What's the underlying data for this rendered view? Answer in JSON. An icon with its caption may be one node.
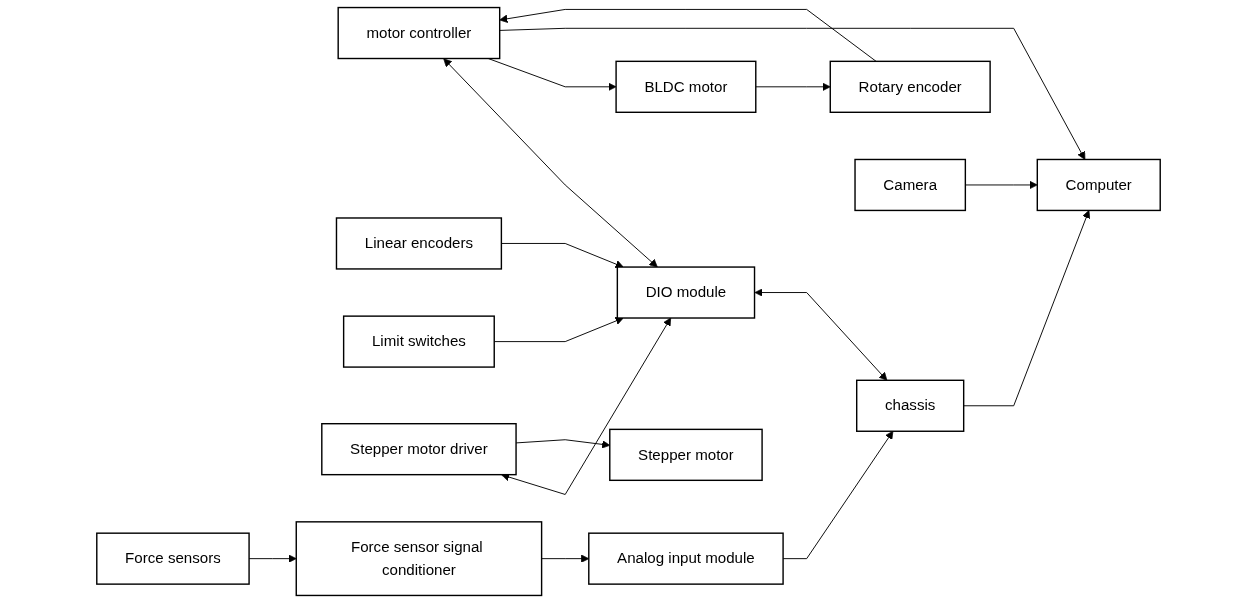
{
  "diagram": {
    "nodes": [
      {
        "text": [
          "Computer"
        ]
      },
      {
        "text": [
          "chassis"
        ]
      },
      {
        "text": [
          "Camera"
        ]
      },
      {
        "text": [
          "DIO module"
        ]
      },
      {
        "text": [
          "Analog input module"
        ]
      },
      {
        "text": [
          "motor controller"
        ]
      },
      {
        "text": [
          "BLDC motor"
        ]
      },
      {
        "text": [
          "Rotary encoder"
        ]
      },
      {
        "text": [
          "Linear encoders"
        ]
      },
      {
        "text": [
          "Limit switches"
        ]
      },
      {
        "text": [
          "Stepper motor driver"
        ]
      },
      {
        "text": [
          "Stepper motor"
        ]
      },
      {
        "text": [
          "Force sensor signal conditioner"
        ]
      },
      {
        "text": [
          "Force sensors"
        ]
      }
    ],
    "edges": [
      {
        "from": 1,
        "to": 0,
        "arrow": "to"
      },
      {
        "from": 2,
        "to": 0,
        "arrow": "to"
      },
      {
        "from": 3,
        "to": 1,
        "arrow": "both"
      },
      {
        "from": 4,
        "to": 1,
        "arrow": "to"
      },
      {
        "from": 5,
        "to": 3,
        "arrow": "both"
      },
      {
        "from": 8,
        "to": 3,
        "arrow": "to"
      },
      {
        "from": 9,
        "to": 3,
        "arrow": "to"
      },
      {
        "from": 10,
        "to": 3,
        "arrow": "both"
      },
      {
        "from": 5,
        "to": 6,
        "arrow": "to"
      },
      {
        "from": 6,
        "to": 7,
        "arrow": "to"
      },
      {
        "from": 7,
        "to": 5,
        "arrow": "to"
      },
      {
        "from": 5,
        "to": 0,
        "arrow": "to"
      },
      {
        "from": 10,
        "to": 11,
        "arrow": "to"
      },
      {
        "from": 12,
        "to": 4,
        "arrow": "to"
      },
      {
        "from": 13,
        "to": 12,
        "arrow": "to"
      }
    ]
  }
}
